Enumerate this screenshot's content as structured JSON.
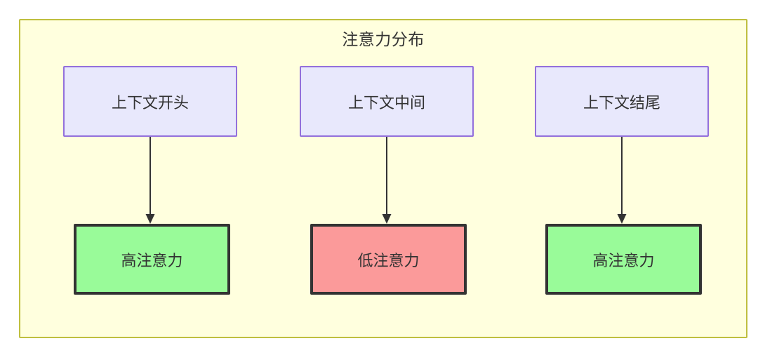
{
  "diagram": {
    "title": "注意力分布",
    "background_color": "#ffffde",
    "border_color": "#bfbf3f",
    "columns": [
      {
        "id": "start",
        "context": {
          "label": "上下文开头",
          "fill": "#e8e8fc",
          "stroke": "#9370db"
        },
        "attention": {
          "label": "高注意力",
          "level": "high",
          "fill": "#99fb99",
          "stroke": "#333333"
        },
        "arrow": "down-arrow"
      },
      {
        "id": "middle",
        "context": {
          "label": "上下文中间",
          "fill": "#e8e8fc",
          "stroke": "#9370db"
        },
        "attention": {
          "label": "低注意力",
          "level": "low",
          "fill": "#fb9a9a",
          "stroke": "#333333"
        },
        "arrow": "down-arrow"
      },
      {
        "id": "end",
        "context": {
          "label": "上下文结尾",
          "fill": "#e8e8fc",
          "stroke": "#9370db"
        },
        "attention": {
          "label": "高注意力",
          "level": "high",
          "fill": "#99fb99",
          "stroke": "#333333"
        },
        "arrow": "down-arrow"
      }
    ]
  }
}
